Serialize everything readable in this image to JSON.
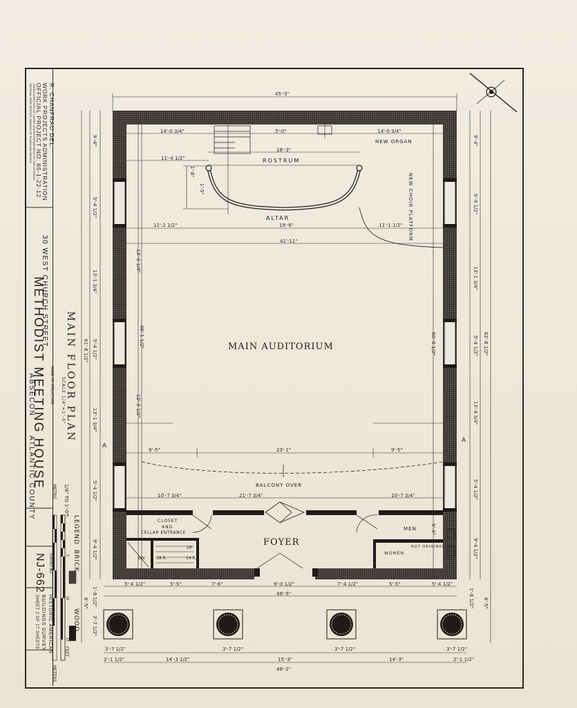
{
  "title_block": {
    "delineator": "R. CHANFRAU DEL.",
    "wpa_line1": "WORK PROJECTS ADMINISTRATION",
    "wpa_line2": "OFFICIAL PROJECT NO. 65-1-22-12",
    "wpa_line3": "UNDER DIRECTION OF UNITED STATES DEPARTMENT OF THE INTERIOR",
    "wpa_line4": "NATIONAL PARK SERVICE, BRANCH OF PLANS AND DESIGN",
    "address": "30 WEST CHURCH STREET",
    "name_of_structure_caption": "NAME OF STRUCTURE",
    "building_name": "METHODIST MEETING HOUSE",
    "town": "ABSECON",
    "county": "ATLANTIC COUNTY",
    "survey_no_label": "SURVEY NO.",
    "survey_no": "NJ-662",
    "habs_line1": "HISTORIC AMERICAN",
    "habs_line2": "BUILDINGS SURVEY",
    "sheet": "SHEET 2 OF 17 SHEETS"
  },
  "drawing": {
    "title": "MAIN FLOOR PLAN",
    "scale": "SCALE 1/4\"=1'-0\"",
    "scale_ratio": "1/4\" TO 1'-0\"",
    "metric_label": "METRIC",
    "feet_label": "FEET",
    "meters_label": "METERS",
    "scale_ticks": [
      "0",
      "5",
      "10",
      "15"
    ],
    "legend_title": "LEGEND",
    "legend_brick": "BRICK",
    "legend_wood": "WOOD"
  },
  "rooms": {
    "main": "MAIN AUDITORIUM",
    "rostrum": "ROSTRUM",
    "altar": "ALTAR",
    "new_organ": "NEW ORGAN",
    "new_choir": "NEW CHOIR PLATFORM",
    "balcony": "BALCONY OVER",
    "foyer": "FOYER",
    "closet": "CLOSET",
    "and": "AND",
    "cellar": "CELLAR ENTRANCE",
    "men": "MEN",
    "women": "WOMEN",
    "not_original": "NOT ORIGINAL",
    "dn": "DN",
    "up": "UP",
    "risers_dn": "18 R.",
    "risers_up": "14 R."
  },
  "section_markers": [
    "A",
    "A"
  ],
  "dimensions": {
    "top_overall": "45'-5\"",
    "overall_41": "41'-11\"",
    "altar_span": "19'-6\"",
    "altar_left": "11'-2 1/2\"",
    "altar_right": "11'-1 1/2\"",
    "rostrum_width": "18'-3\"",
    "organ_left": "14'-0 3/4\"",
    "organ_right": "14'-0 3/4\"",
    "organ_mid": "5'-0\"",
    "rostrum_left": "11'-4 1/2\"",
    "balcony_left": "9'-5\"",
    "balcony_mid": "23'-1\"",
    "balcony_right": "9'-5\"",
    "vest_left": "10'-7 3/4\"",
    "vest_mid": "21'-7 3/4\"",
    "vest_right": "10'-7 3/4\"",
    "bottom_a": "5'-4 1/2\"",
    "bottom_b": "5'-5\"",
    "bottom_c": "7'-6\"",
    "bottom_d": "9'-0 1/2\"",
    "bottom_e": "7'-4 1/2\"",
    "bottom_f": "5'-5\"",
    "bottom_g": "5'-4 1/2\"",
    "bottom_overall": "48'-5\"",
    "col_a": "3'-7 1/2\"",
    "col_b": "3'-7 1/2\"",
    "col_c": "3'-7 1/2\"",
    "col_d": "3'-7 1/2\"",
    "span_1": "14'-3 1/2\"",
    "span_2": "15'-3\"",
    "span_3": "14'-3\"",
    "edge_l": "2'-1 1/2\"",
    "edge_r": "2'-1 1/2\"",
    "portico_overall": "48'-2\"",
    "left_1": "9'-4\"",
    "left_2": "5'-4 1/2\"",
    "left_3": "13'-1 3/4\"",
    "left_4": "5'-4 1/2\"",
    "left_5": "13'-1 3/4\"",
    "left_6": "5'-4 1/2\"",
    "left_7": "9'-4 1/2\"",
    "left_overall": "61'-8 1/2\"",
    "inner_left_1": "13'-0 1/4\"",
    "inner_left_2": "46'-1 1/2\"",
    "inner_left_3": "12'-3 1/2\"",
    "right_1": "9'-4\"",
    "right_2": "5'-4 1/2\"",
    "right_3": "13'-1 3/4\"",
    "right_4": "5'-4 1/2\"",
    "right_5": "13'-4 3/4\"",
    "right_6": "5'-4 1/2\"",
    "right_7": "9'-4 1/2\"",
    "right_overall": "62'-8 1/2\"",
    "right_inner": "50'-9 1/2\"",
    "portico_l1": "6'-5\"",
    "portico_l2": "1'-8 1/2\"",
    "portico_l3": "3'-7 1/2\"",
    "portico_r1": "6'-5\"",
    "portico_r2": "1'-8 1/2\"",
    "stair_dim": "5'-4\"",
    "wall_thk": "1'-8\"",
    "wall_thk2": "1'-5\""
  },
  "colors": {
    "ink": "#1f1b18",
    "paper": "#efe8dc"
  }
}
